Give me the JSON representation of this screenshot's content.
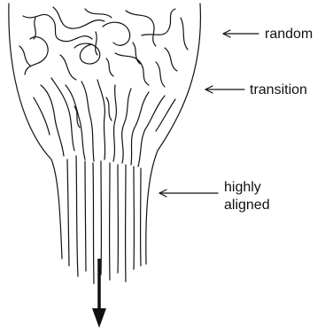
{
  "labels": {
    "random": "random",
    "transition": "transition",
    "aligned_line1": "highly",
    "aligned_line2": "aligned"
  },
  "colors": {
    "ink": "#111111",
    "background": "#ffffff"
  }
}
